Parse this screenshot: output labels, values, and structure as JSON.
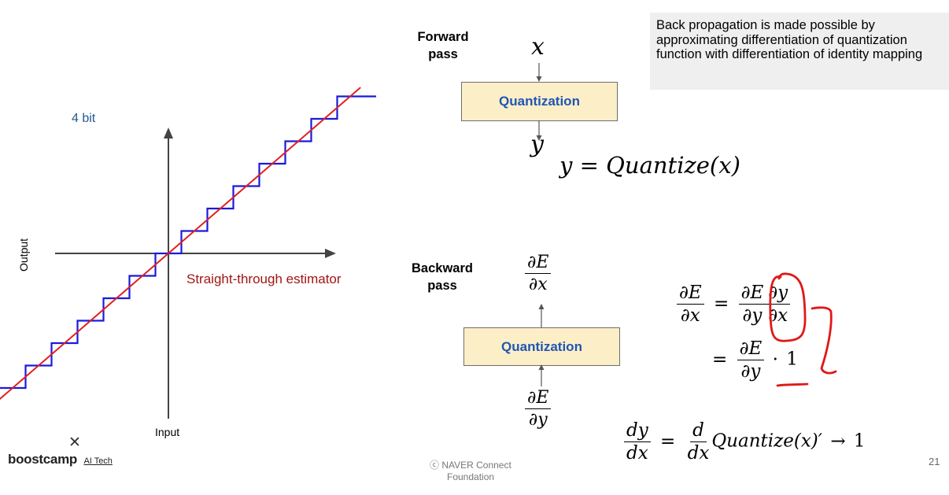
{
  "chart_data": {
    "type": "line",
    "title": "4 bit",
    "xlabel": "Input",
    "ylabel": "Output",
    "series": [
      {
        "name": "Quantize",
        "color": "#1a1adb",
        "kind": "staircase",
        "levels": 16
      },
      {
        "name": "Straight-through estimator",
        "color": "#e02020",
        "kind": "identity"
      }
    ],
    "annotation": "Straight-through estimator"
  },
  "forward": {
    "label": "Forward pass",
    "x_symbol": "x",
    "y_symbol": "y",
    "box_label": "Quantization",
    "equation": {
      "lhs": "y",
      "op": "=",
      "rhs": "Quantize(x)"
    }
  },
  "backward": {
    "label": "Backward pass",
    "box_label": "Quantization",
    "top_num": "∂E",
    "top_den": "∂x",
    "bottom_num": "∂E",
    "bottom_den": "∂y"
  },
  "chain_rule": {
    "line1": {
      "lhs_num": "∂E",
      "lhs_den": "∂x",
      "op": "=",
      "a_num": "∂E",
      "a_den": "∂y",
      "b_num": "∂y",
      "b_den": "∂x"
    },
    "line2": {
      "op": "=",
      "a_num": "∂E",
      "a_den": "∂y",
      "dot": "·",
      "one": "1"
    }
  },
  "derivative": {
    "lhs_num": "dy",
    "lhs_den": "dx",
    "op": "=",
    "d_num": "d",
    "d_den": "dx",
    "func": "Quantize(x)′",
    "arrow": "→",
    "limit": "1"
  },
  "note": "Back propagation is made possible by approximating differentiation of quantization function with differentiation of identity mapping",
  "footer": {
    "close_symbol": "✕",
    "logo_text": "boostcamp",
    "logo_sub": "AI Tech",
    "copyright": "ⓒ  NAVER Connect",
    "copyright_cut": "Foundation",
    "page_number": "21"
  }
}
